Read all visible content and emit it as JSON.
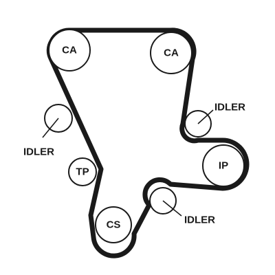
{
  "pulleys": {
    "ca_left": "CA",
    "ca_right": "CA",
    "tp": "TP",
    "ip": "IP",
    "cs": "CS"
  },
  "callouts": {
    "idler_top_right": "IDLER",
    "idler_left": "IDLER",
    "idler_bottom": "IDLER"
  }
}
